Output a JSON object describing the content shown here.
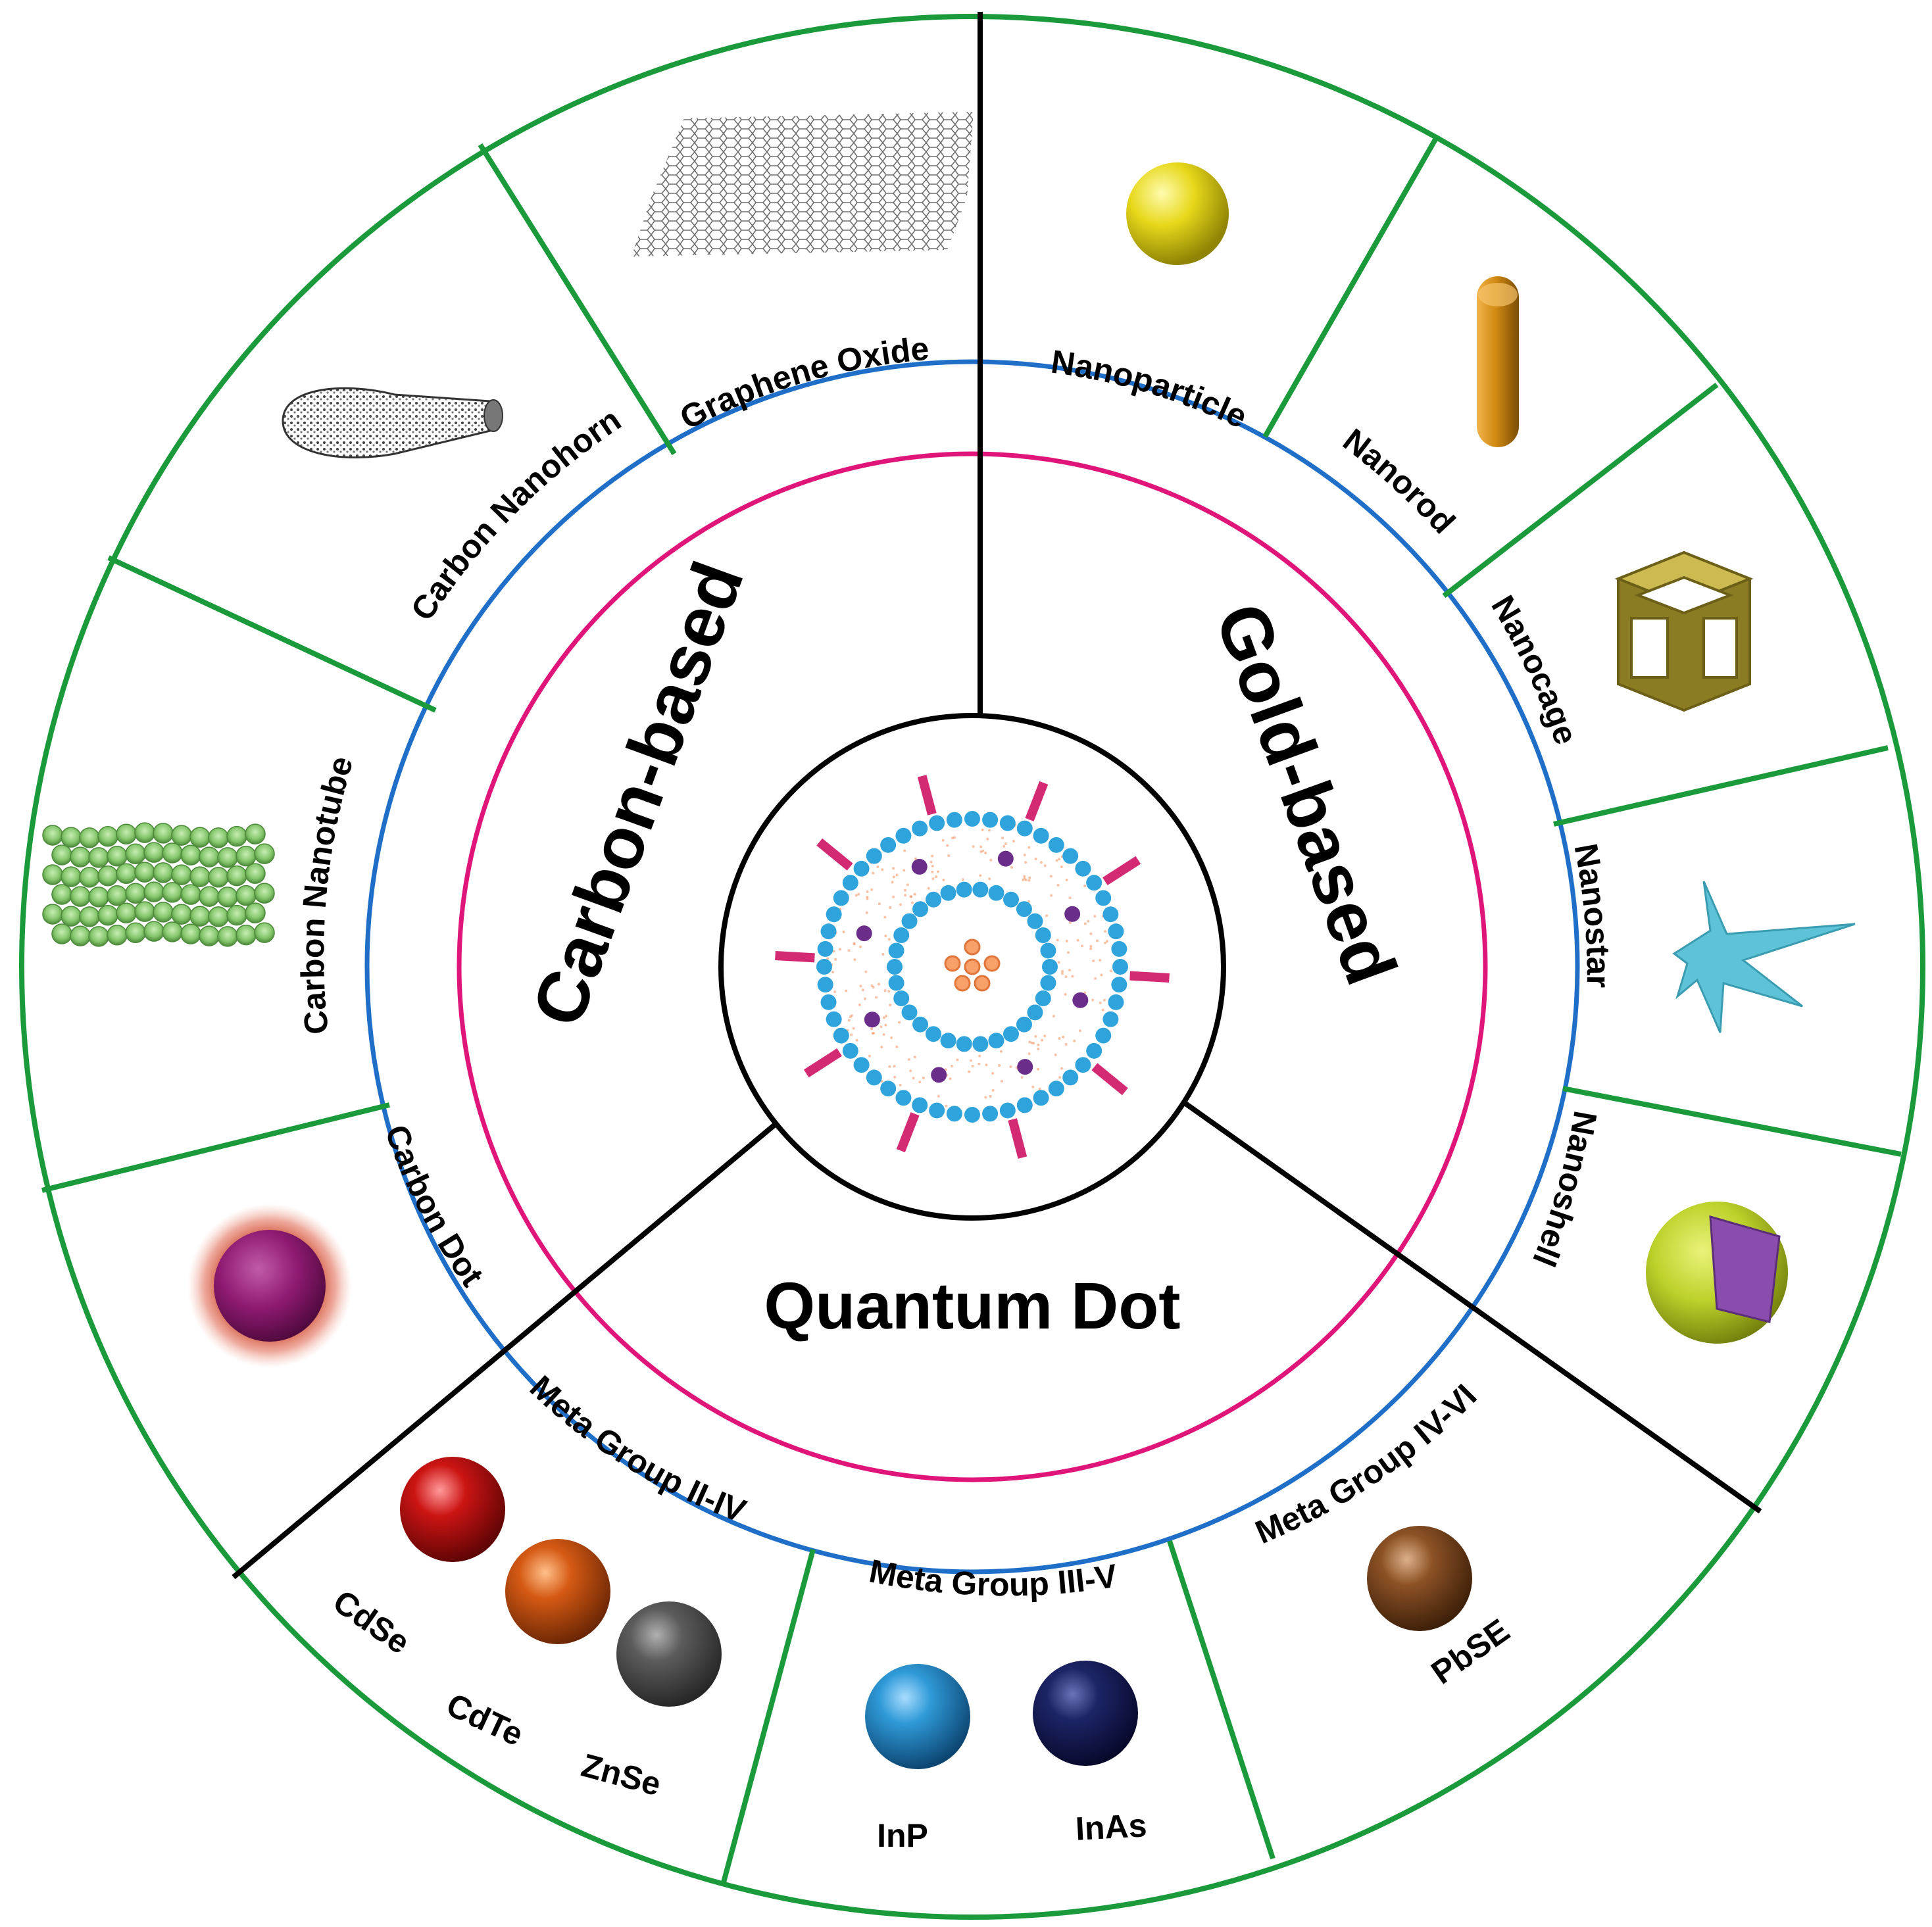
{
  "categories": {
    "carbon": "Carbon-based",
    "gold": "Gold-based",
    "quantum": "Quantum Dot"
  },
  "segments": {
    "graphene_oxide": "Graphene Oxide",
    "carbon_nanohorn": "Carbon Nanohorn",
    "carbon_nanotube": "Carbon Nanotube",
    "carbon_dot": "Carbon Dot",
    "nanoparticle": "Nanoparticle",
    "nanorod": "Nanorod",
    "nanocage": "Nanocage",
    "nanostar": "Nanostar",
    "nanoshell": "Nanoshell",
    "group_2_4": "Meta Group II-IV",
    "group_3_5": "Meta Group III-V",
    "group_4_6": "Meta Group IV-VI"
  },
  "materials": {
    "cdse": "CdSe",
    "cdte": "CdTe",
    "znse": "ZnSe",
    "inp": "InP",
    "inas": "InAs",
    "pbse": "PbSE"
  },
  "colors": {
    "outer_ring": "#1a9a3a",
    "blue_ring": "#1f6fc9",
    "pink_ring": "#e0157a",
    "divider": "#000000",
    "gold_sphere": "#e7d81a",
    "nanorod": "#d18a12",
    "nanocage": "#b3a23a",
    "nanostar": "#5ec3d6",
    "nanoshell_outer": "#bcd12a",
    "nanoshell_inner": "#8a4dae",
    "carbon_dot": "#8e1a72",
    "cdse": "#cc1414",
    "cdte": "#d55a14",
    "znse": "#5c5c5c",
    "inp": "#2f9ad8",
    "inas": "#1d2466",
    "pbse": "#8c5226"
  }
}
